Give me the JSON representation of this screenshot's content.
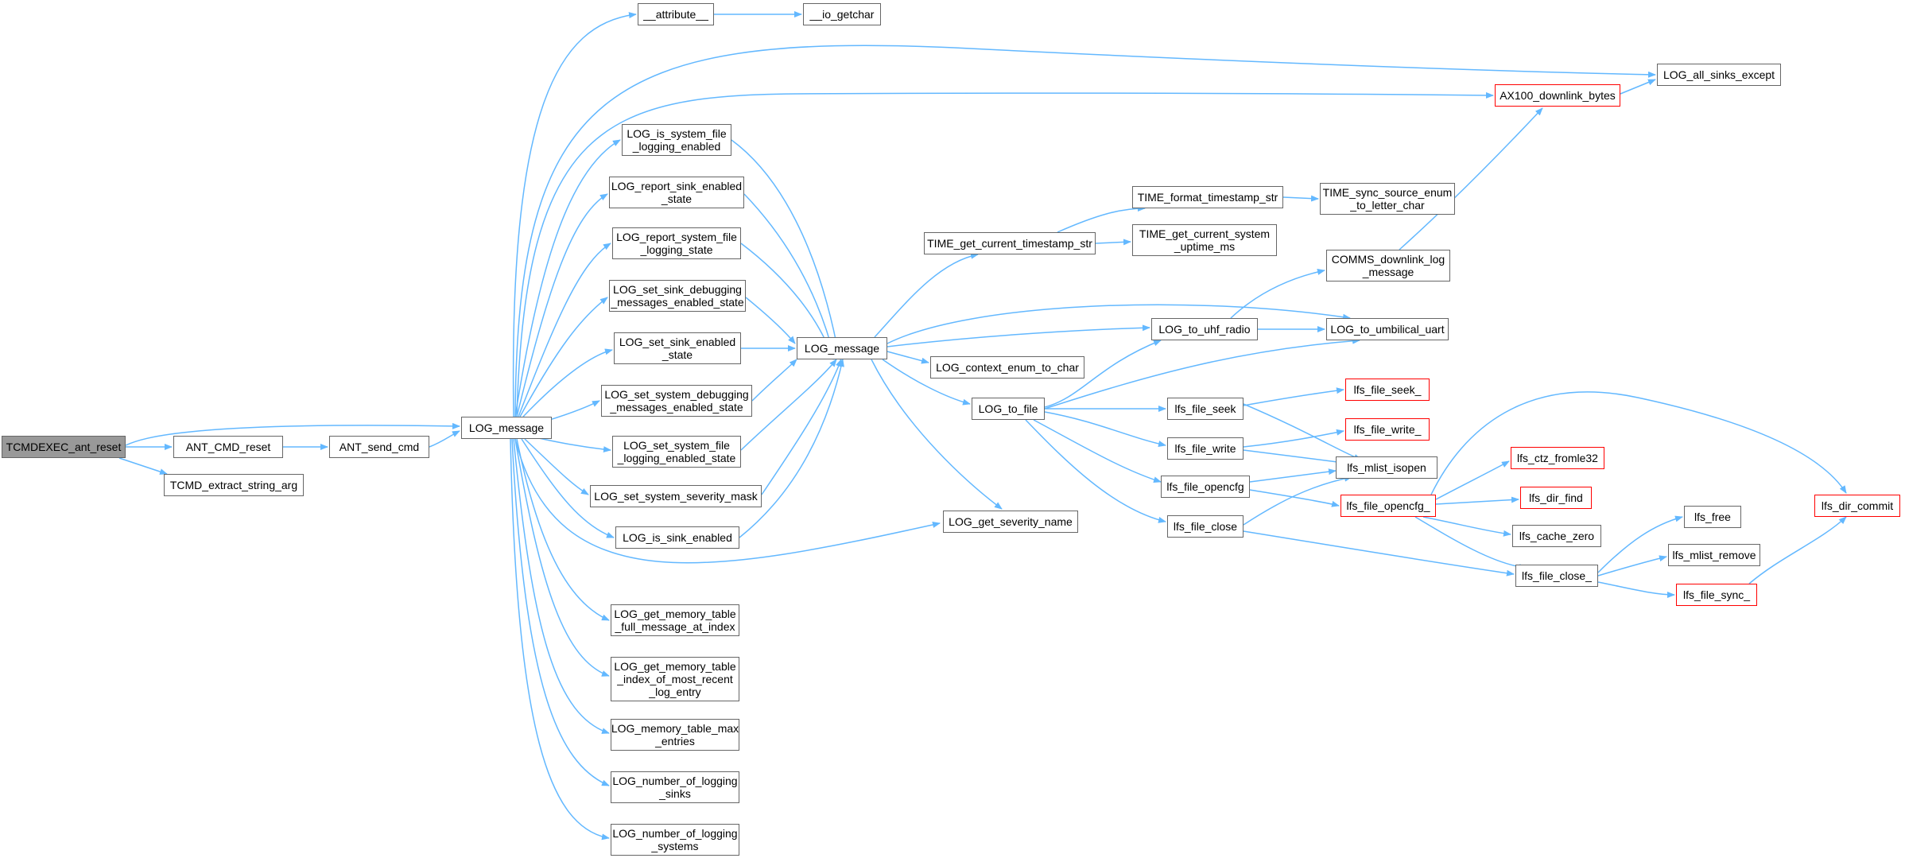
{
  "nodes": {
    "root": "TCMDEXEC_ant_reset",
    "ant_cmd_reset": "ANT_CMD_reset",
    "tcmd_extract": "TCMD_extract_string_arg",
    "ant_send_cmd": "ANT_send_cmd",
    "log_message_a": "LOG_message",
    "attribute": "__attribute__",
    "io_getchar": "__io_getchar",
    "log_all_sinks_except": "LOG_all_sinks_except",
    "ax100_downlink": "AX100_downlink_bytes",
    "log_is_system_file": "LOG_is_system_file\n_logging_enabled",
    "log_report_sink": "LOG_report_sink_enabled\n_state",
    "log_report_system_file": "LOG_report_system_file\n_logging_state",
    "log_set_sink_debugging": "LOG_set_sink_debugging\n_messages_enabled_state",
    "log_set_sink_enabled": "LOG_set_sink_enabled\n_state",
    "log_set_system_debugging": "LOG_set_system_debugging\n_messages_enabled_state",
    "log_set_system_file": "LOG_set_system_file\n_logging_enabled_state",
    "log_set_system_severity": "LOG_set_system_severity_mask",
    "log_is_sink_enabled": "LOG_is_sink_enabled",
    "log_get_mem_full": "LOG_get_memory_table\n_full_message_at_index",
    "log_get_mem_index": "LOG_get_memory_table\n_index_of_most_recent\n_log_entry",
    "log_mem_max": "LOG_memory_table_max\n_entries",
    "log_num_sinks": "LOG_number_of_logging\n_sinks",
    "log_num_systems": "LOG_number_of_logging\n_systems",
    "log_message_b": "LOG_message",
    "time_get_ts": "TIME_get_current_timestamp_str",
    "time_format_ts": "TIME_format_timestamp_str",
    "time_sync_source": "TIME_sync_source_enum\n_to_letter_char",
    "time_get_uptime": "TIME_get_current_system\n_uptime_ms",
    "comms_downlink": "COMMS_downlink_log\n_message",
    "log_to_uhf": "LOG_to_uhf_radio",
    "log_to_umbilical": "LOG_to_umbilical_uart",
    "log_context_enum": "LOG_context_enum_to_char",
    "log_to_file": "LOG_to_file",
    "log_get_severity": "LOG_get_severity_name",
    "lfs_file_seek": "lfs_file_seek",
    "lfs_file_write": "lfs_file_write",
    "lfs_file_opencfg": "lfs_file_opencfg",
    "lfs_file_close": "lfs_file_close",
    "lfs_file_seek_": "lfs_file_seek_",
    "lfs_file_write_": "lfs_file_write_",
    "lfs_mlist_isopen": "lfs_mlist_isopen",
    "lfs_file_opencfg_": "lfs_file_opencfg_",
    "lfs_ctz_fromle32": "lfs_ctz_fromle32",
    "lfs_dir_find": "lfs_dir_find",
    "lfs_cache_zero": "lfs_cache_zero",
    "lfs_file_close_": "lfs_file_close_",
    "lfs_free": "lfs_free",
    "lfs_mlist_remove": "lfs_mlist_remove",
    "lfs_file_sync_": "lfs_file_sync_",
    "lfs_dir_commit": "lfs_dir_commit"
  },
  "colors": {
    "edge": "#63b8ff",
    "node_border": "#666666",
    "truncated_border": "#ff0000",
    "root_fill": "#999999"
  }
}
